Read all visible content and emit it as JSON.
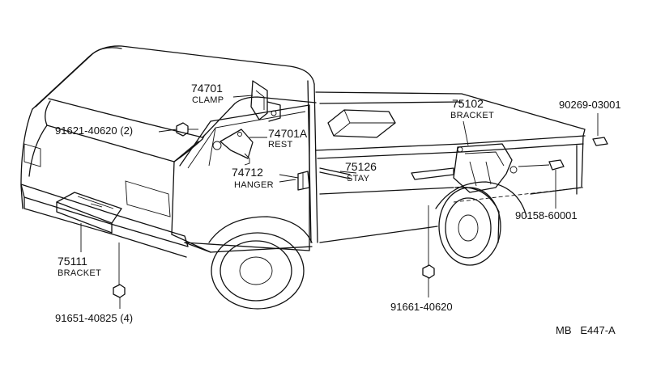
{
  "labels": {
    "clamp": {
      "number": "74701",
      "name": "CLAMP"
    },
    "rest": {
      "number": "74701A",
      "name": "REST"
    },
    "bolt_2": {
      "number": "91621-40620 (2)"
    },
    "hanger": {
      "number": "74712",
      "name": "HANGER"
    },
    "stay": {
      "number": "75126",
      "name": "STAY"
    },
    "bracket_rear": {
      "number": "75102",
      "name": "BRACKET"
    },
    "clip_rear": {
      "number": "90269-03001"
    },
    "bolt_rear": {
      "number": "90158-60001"
    },
    "bracket_front": {
      "number": "75111",
      "name": "BRACKET"
    },
    "bolt_front": {
      "number": "91651-40825  (4)"
    },
    "bolt_stay": {
      "number": "91661-40620"
    }
  },
  "footer": {
    "code": "MB   E447-A"
  }
}
